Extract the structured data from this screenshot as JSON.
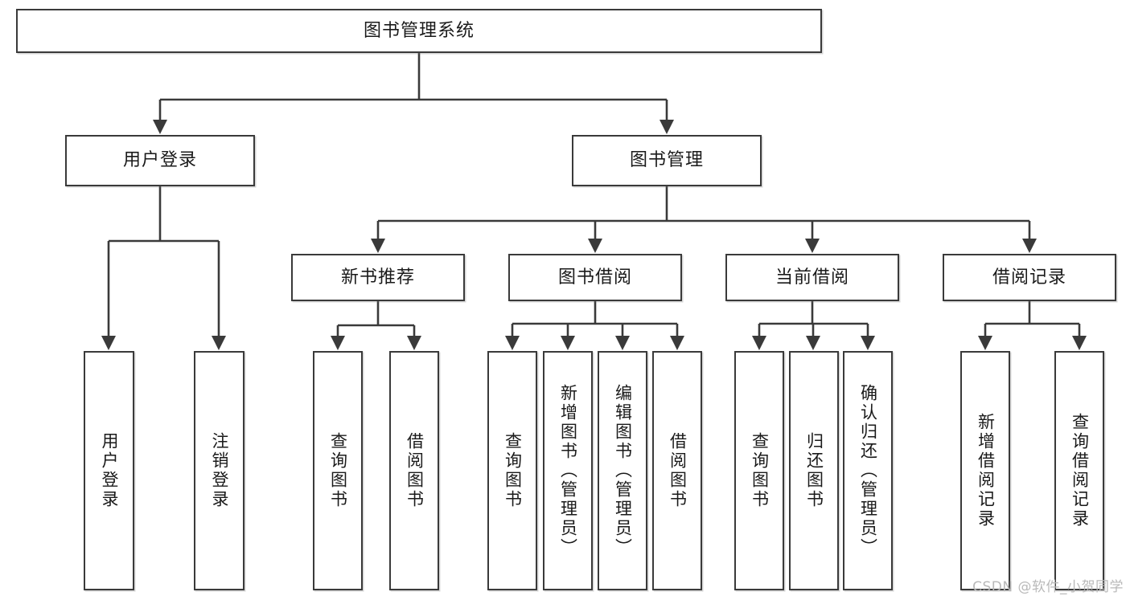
{
  "diagram": {
    "kind": "tree-hierarchy-chart",
    "title": "图书管理系统",
    "line_color": "#3a3a3a",
    "box_fill": "#ffffff",
    "text_color": "#1a1a1a",
    "root": {
      "label": "图书管理系统"
    },
    "level2": [
      {
        "label": "用户登录"
      },
      {
        "label": "图书管理"
      }
    ],
    "level3": [
      {
        "label": "新书推荐"
      },
      {
        "label": "图书借阅"
      },
      {
        "label": "当前借阅"
      },
      {
        "label": "借阅记录"
      }
    ],
    "leaves": {
      "user_login": [
        {
          "label": "用户登录"
        },
        {
          "label": "注销登录"
        }
      ],
      "new_book_recommend": [
        {
          "label": "查询图书"
        },
        {
          "label": "借阅图书"
        }
      ],
      "book_borrow": [
        {
          "label": "查询图书"
        },
        {
          "label": "新增图书（管理员）"
        },
        {
          "label": "编辑图书（管理员）"
        },
        {
          "label": "借阅图书"
        }
      ],
      "current_borrow": [
        {
          "label": "查询图书"
        },
        {
          "label": "归还图书"
        },
        {
          "label": "确认归还（管理员）"
        }
      ],
      "borrow_record": [
        {
          "label": "新增借阅记录"
        },
        {
          "label": "查询借阅记录"
        }
      ]
    }
  },
  "watermark": {
    "text": "CSDN @软件_小贺同学",
    "color": "#b9b9b9"
  }
}
